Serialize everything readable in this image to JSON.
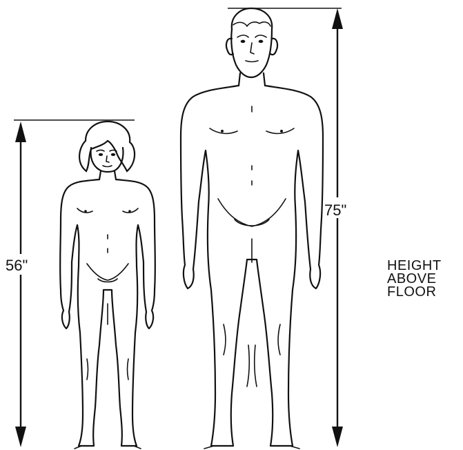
{
  "figure": {
    "left_height_label": "56\"",
    "right_height_label": "75\"",
    "caption_lines": [
      "HEIGHT",
      "ABOVE",
      "FLOOR"
    ]
  }
}
